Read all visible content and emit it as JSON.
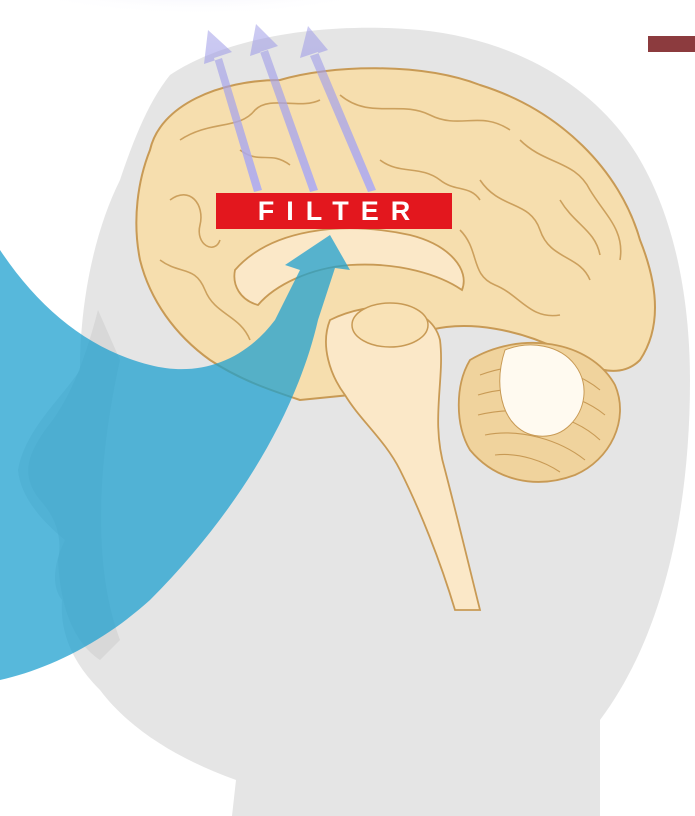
{
  "diagram": {
    "filter_label": "FILTER"
  },
  "colors": {
    "background": "#ffffff",
    "head_silhouette": "#dcdcdc",
    "brain_cortex": "#f6deae",
    "brain_outline": "#c89a55",
    "brain_inner": "#fbe8c8",
    "cerebellum": "#f0d39d",
    "input_beam": "#1fa0cf",
    "output_arrows": "#a9a6e8",
    "filter_box": "#e3171e",
    "filter_text": "#ffffff",
    "corner_bar": "#8c3b3e"
  },
  "icons": {
    "input_beam": "blue-beam-arrow",
    "output_arrows": "purple-up-arrows"
  }
}
